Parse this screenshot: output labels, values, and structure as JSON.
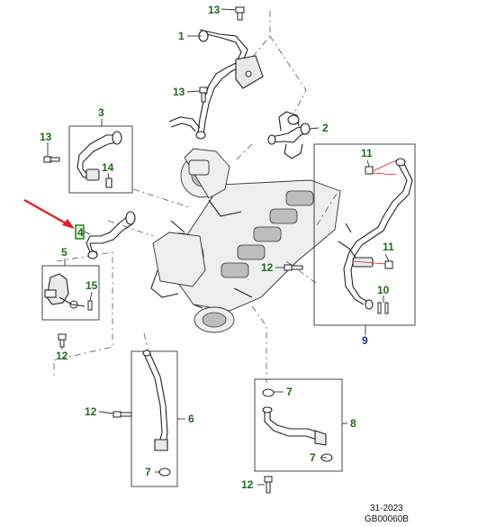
{
  "diagram": {
    "callouts": [
      {
        "id": "c13a",
        "text": "13"
      },
      {
        "id": "c1",
        "text": "1"
      },
      {
        "id": "c13b",
        "text": "13"
      },
      {
        "id": "c3",
        "text": "3"
      },
      {
        "id": "c2",
        "text": "2"
      },
      {
        "id": "c13c",
        "text": "13"
      },
      {
        "id": "c14",
        "text": "14"
      },
      {
        "id": "c11a",
        "text": "11"
      },
      {
        "id": "c4",
        "text": "4"
      },
      {
        "id": "c5",
        "text": "5"
      },
      {
        "id": "c11b",
        "text": "11"
      },
      {
        "id": "c12a",
        "text": "12"
      },
      {
        "id": "c15",
        "text": "15"
      },
      {
        "id": "c10",
        "text": "10"
      },
      {
        "id": "c12b",
        "text": "12"
      },
      {
        "id": "c9",
        "text": "9"
      },
      {
        "id": "c7a",
        "text": "7"
      },
      {
        "id": "c12c",
        "text": "12"
      },
      {
        "id": "c6",
        "text": "6"
      },
      {
        "id": "c8",
        "text": "8"
      },
      {
        "id": "c7b",
        "text": "7"
      },
      {
        "id": "c7c",
        "text": "7"
      },
      {
        "id": "c12d",
        "text": "12"
      }
    ],
    "footer": {
      "date": "31-2023",
      "code": "GB00060B"
    },
    "colors": {
      "callout_green": "#1f6b1f",
      "callout_blue": "#1a2f8c",
      "arrow_red": "#e02020",
      "highlight_green": "#2e8b2e"
    }
  }
}
